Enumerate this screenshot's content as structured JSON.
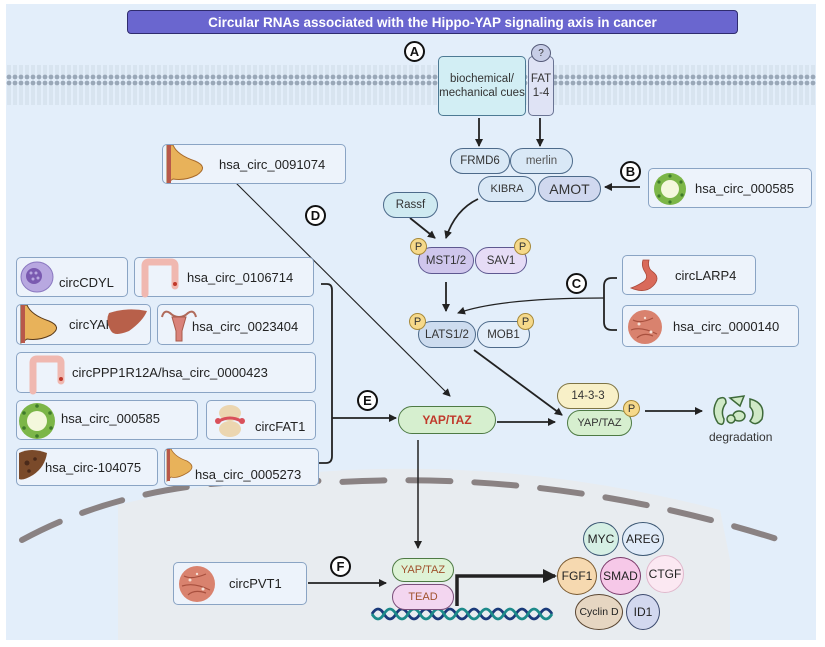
{
  "title": "Circular RNAs associated with the Hippo-YAP signaling axis in cancer",
  "colors": {
    "title_bar": "#6a66cf",
    "background": "#e3eefa",
    "nucleus": "#e8ecf0",
    "yap_text": "#c0392b",
    "phospho": "#f6d98a"
  },
  "step_labels": {
    "a": "A",
    "b": "B",
    "c": "C",
    "d": "D",
    "e": "E",
    "f": "F"
  },
  "membrane": {
    "cues": "biochemical/ mechanical cues",
    "fat": "FAT 1-4",
    "fat_ligand": "?"
  },
  "upstream": {
    "frmd6": "FRMD6",
    "merlin": "merlin",
    "kibra": "KIBRA",
    "amot": "AMOT",
    "rassf": "Rassf"
  },
  "core_kinases": {
    "mst": "MST1/2",
    "sav": "SAV1",
    "lats": "LATS1/2",
    "mob": "MOB1",
    "phospho": "P"
  },
  "effectors": {
    "yap_taz": "YAP/TAZ",
    "protein_1433": "14-3-3",
    "yap_taz_phospho": "YAP/TAZ",
    "degradation": "degradation",
    "nuclear_yap_taz": "YAP/TAZ",
    "tead": "TEAD"
  },
  "target_genes": [
    "MYC",
    "AREG",
    "FGF1",
    "SMAD",
    "CTGF",
    "Cyclin D",
    "ID1"
  ],
  "circrnas": {
    "b": {
      "name": "hsa_circ_000585",
      "tissue": "lung-epithelium"
    },
    "c": [
      {
        "name": "circLARP4",
        "tissue": "stomach"
      },
      {
        "name": "hsa_circ_0000140",
        "tissue": "tumor-tissue"
      }
    ],
    "d": {
      "name": "hsa_circ_0091074",
      "tissue": "breast"
    },
    "e": [
      {
        "name": "circCDYL",
        "tissue": "cell"
      },
      {
        "name": "hsa_circ_0106714",
        "tissue": "colon"
      },
      {
        "name": "circYAP",
        "tissue": "breast-liver"
      },
      {
        "name": "hsa_circ_0023404",
        "tissue": "uterus"
      },
      {
        "name": "circPPP1R12A/hsa_circ_0000423",
        "tissue": "colon"
      },
      {
        "name": "hsa_circ_000585",
        "tissue": "lung-epithelium"
      },
      {
        "name": "circFAT1",
        "tissue": "bone-joint"
      },
      {
        "name": "hsa_circ-104075",
        "tissue": "liver"
      },
      {
        "name": "hsa_circ_0005273",
        "tissue": "breast"
      }
    ],
    "f": {
      "name": "circPVT1",
      "tissue": "tumor-tissue"
    }
  }
}
